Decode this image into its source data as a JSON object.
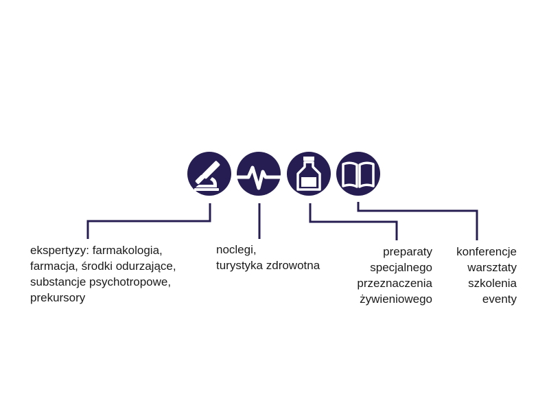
{
  "theme": {
    "icon_fill": "#261d52",
    "line_color": "#261d52",
    "text_color": "#1a1a1a"
  },
  "icons": [
    {
      "name": "microscope-icon"
    },
    {
      "name": "heartbeat-pulse-icon"
    },
    {
      "name": "medicine-bottle-icon"
    },
    {
      "name": "open-book-icon"
    }
  ],
  "labels": {
    "expertise": "ekspertyzy: farmakologia,\nfarmacja, środki odurzające,\nsubstancje psychotropowe,\nprekursory",
    "lodging": "noclegi,\nturystyka zdrowotna",
    "preparations": "preparaty\nspecjalnego\nprzeznaczenia\nżywieniowego",
    "conferences": "konferencje\nwarsztaty\nszkolenia\neventy"
  }
}
